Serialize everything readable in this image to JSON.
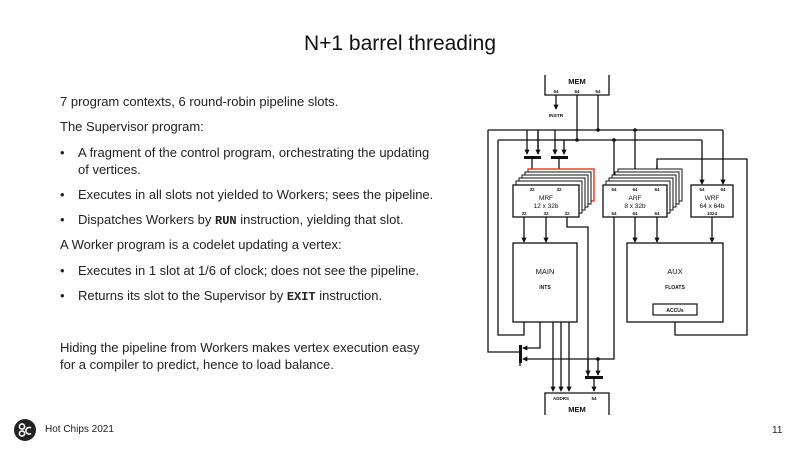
{
  "slide": {
    "title": "N+1 barrel threading",
    "page_number": "11",
    "footer": "Hot Chips 2021",
    "logo_icon": "hot-chips-logo"
  },
  "body": {
    "line1": "7 program contexts, 6 round-robin pipeline slots.",
    "supervisor_heading": "The Supervisor program:",
    "supervisor_bullets": [
      {
        "line1": "A fragment of the control program, orchestrating the updating",
        "line2": "of vertices."
      },
      {
        "text": "Executes in all slots not yielded to Workers; sees the pipeline."
      },
      {
        "pre": "Dispatches Workers by ",
        "code": "RUN",
        "post": " instruction, yielding that slot."
      }
    ],
    "worker_heading": "A Worker program is a codelet updating a vertex:",
    "worker_bullets": [
      {
        "text": "Executes in 1 slot at 1/6 of clock; does not see the pipeline."
      },
      {
        "pre": "Returns its slot to the Supervisor by ",
        "code": "EXIT",
        "post": " instruction."
      }
    ],
    "conclusion_line1": "Hiding the pipeline from Workers makes vertex execution easy",
    "conclusion_line2": "for a compiler to predict, hence to load balance.",
    "bullet_glyph": "•"
  },
  "diagram": {
    "mem_top": {
      "label": "MEM",
      "ports": [
        "64",
        "64",
        "64"
      ],
      "instr_label": "INSTR"
    },
    "mrf": {
      "name": "MRF",
      "size": "12 x 32b",
      "in_ports": [
        "32",
        "32"
      ],
      "out_ports": [
        "32",
        "32",
        "32"
      ]
    },
    "arf": {
      "name": "ARF",
      "size": "8 x 32b",
      "in_ports": [
        "64",
        "64",
        "64"
      ],
      "out_ports": [
        "64",
        "64",
        "64"
      ]
    },
    "wrf": {
      "name": "WRF",
      "size": "64 x 64b",
      "in_ports": [
        "64",
        "64"
      ],
      "out_port": "1024"
    },
    "main": {
      "name": "MAIN",
      "sub": "INTS"
    },
    "aux": {
      "name": "AUX",
      "sub": "FLOATS",
      "accu": "ACCUs"
    },
    "mem_bottom": {
      "label": "MEM",
      "addr_label": "ADDRS",
      "data_label": "64"
    },
    "highlight_color": "#e8321e",
    "line_color": "#111111"
  }
}
